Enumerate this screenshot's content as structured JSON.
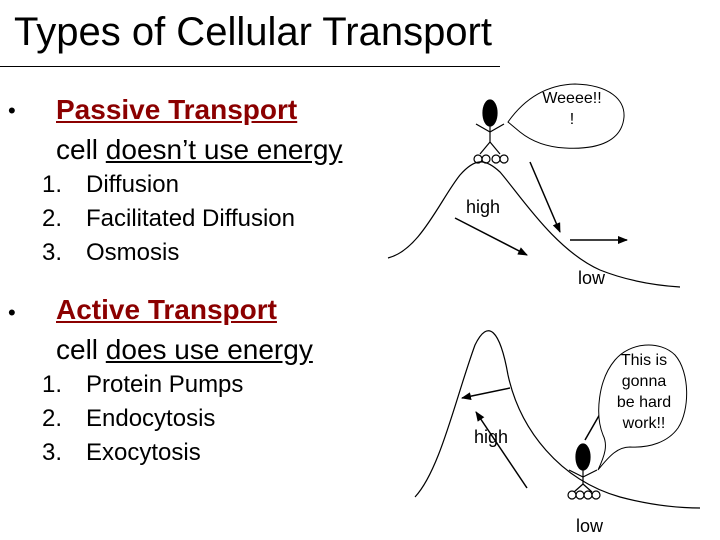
{
  "title": "Types of Cellular Transport",
  "passive": {
    "heading": "Passive Transport",
    "subtitle_pre": "cell ",
    "subtitle_underlined": "doesn’t use energy",
    "items": [
      "Diffusion",
      "Facilitated Diffusion",
      "Osmosis"
    ]
  },
  "active": {
    "heading": "Active Transport",
    "subtitle_pre": "cell ",
    "subtitle_underlined": "does use energy",
    "items": [
      "Protein Pumps",
      "Endocytosis",
      "Exocytosis"
    ]
  },
  "bullet": "•",
  "numbers": [
    "1.",
    "2.",
    "3."
  ],
  "diagram_top": {
    "speech_line1": "Weeee!!",
    "speech_line2": "!",
    "high_label": "high",
    "low_label": "low"
  },
  "diagram_bottom": {
    "speech_line1": "This is",
    "speech_line2": "gonna",
    "speech_line3": "be hard",
    "speech_line4": "work!!",
    "high_label": "high",
    "low_label": "low"
  },
  "colors": {
    "heading": "#8b0000",
    "text": "#000000"
  }
}
